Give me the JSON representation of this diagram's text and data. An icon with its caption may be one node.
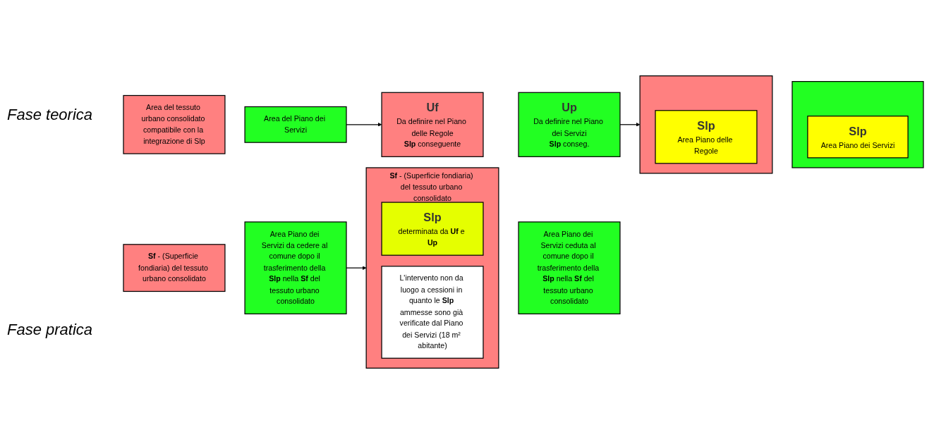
{
  "diagram": {
    "nodes": [
      {
        "text": [
          "Area del tessuto urbano consolidato compatibile con la integrazione di Slp"
        ]
      },
      {
        "text": [
          "Area del Piano dei Servizi"
        ]
      },
      {
        "text": [
          "Uf",
          "Da definire nel Piano delle Regole",
          "**Slp** conseguente"
        ]
      },
      {
        "text": [
          "Up",
          "Da definire nel Piano dei Servizi",
          "**Slp** conseg."
        ]
      },
      {
        "text": [],
        "shape": "box"
      },
      {
        "text": [
          "Slp",
          "Area Piano delle Regole"
        ],
        "in": 4
      },
      {
        "text": [],
        "shape": "box"
      },
      {
        "text": [
          "Slp",
          "Area Piano dei Servizi"
        ],
        "in": 6
      },
      {
        "text": [
          "**Sf** - (Superficie fondiaria) del tessuto urbano consolidato"
        ]
      },
      {
        "text": [
          "Area Piano dei Servizi da cedere al comune dopo il trasferimento della **Slp** nella **Sf** del tessuto urbano consolidato"
        ]
      },
      {
        "text": [
          "**Sf** - (Superficie fondiaria) del tessuto urbano consolidato"
        ]
      },
      {
        "text": [
          "Slp",
          "determinata da **Uf** e **Up**"
        ],
        "in": 10
      },
      {
        "text": [
          "L'intervento non da luogo a cessioni in quanto le **Slp** ammesse sono già verificate dal Piano dei Servizi (18 m² abitante)"
        ],
        "in": 10
      },
      {
        "text": [
          "Area Piano dei Servizi ceduta al comune dopo il trasferimento della **Slp** nella **Sf** del tessuto urbano consolidato"
        ]
      }
    ],
    "edges": [
      {
        "from": 1,
        "to": 2,
        "arrow": "to"
      },
      {
        "from": 3,
        "to": 4,
        "arrow": "to"
      },
      {
        "from": 9,
        "to": 10,
        "arrow": "to"
      }
    ],
    "labels": [
      "Fase teorica",
      "Fase pratica"
    ]
  }
}
